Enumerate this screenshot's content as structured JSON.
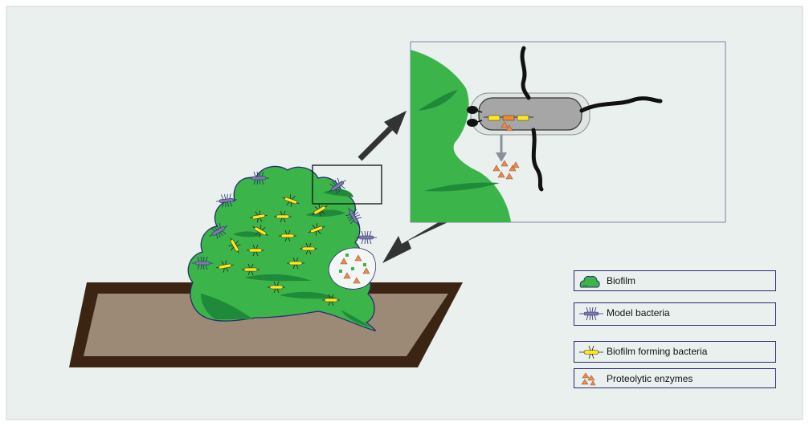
{
  "legend": {
    "items": [
      {
        "label": "Biofilm",
        "icon": "biofilm-icon"
      },
      {
        "label": "Model bacteria",
        "icon": "model-bacteria-icon"
      },
      {
        "label": "Biofilm forming bacteria",
        "icon": "biofilm-forming-bacteria-icon"
      },
      {
        "label": "Proteolytic enzymes",
        "icon": "proteolytic-enzymes-icon"
      }
    ]
  },
  "colors": {
    "background": "#e9f0ee",
    "biofilm": "#3bb54a",
    "biofilm_dark": "#1f8a3a",
    "outline": "#2a2c6e",
    "substrate_frame": "#3b2412",
    "substrate_fill": "#9c8a77",
    "arrow": "#333333",
    "cell_body": "#a6a6a6",
    "gene_yellow": "#ffe81a",
    "gene_orange": "#f08a2c",
    "enzyme": "#e88a52"
  }
}
